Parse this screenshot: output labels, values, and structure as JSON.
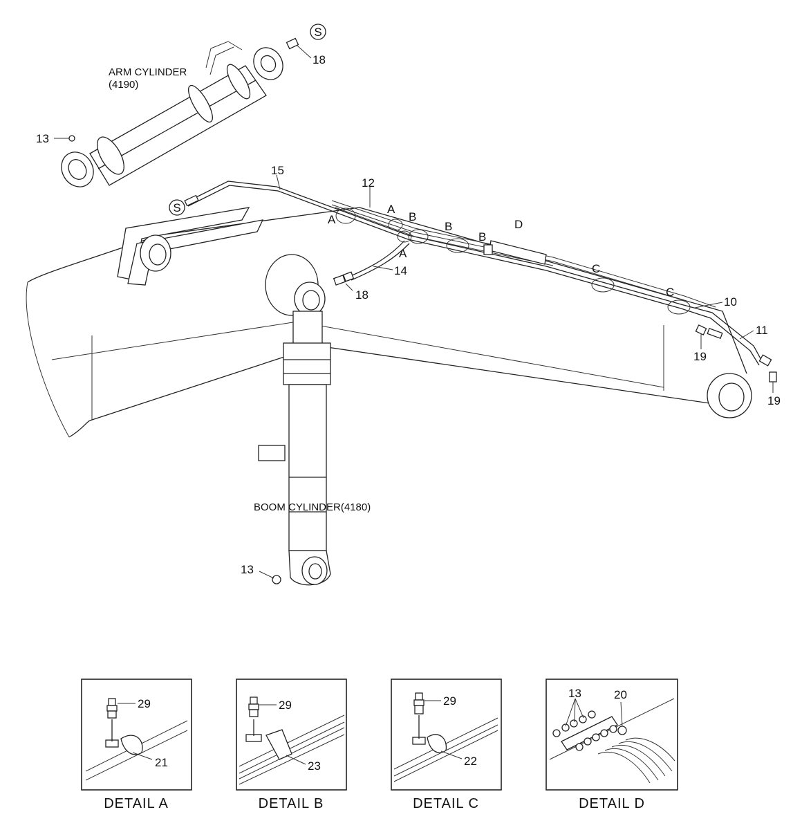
{
  "captions": {
    "arm_cylinder_line1": "ARM CYLINDER",
    "arm_cylinder_line2": "(4190)",
    "boom_cylinder": "BOOM CYLINDER(4180)"
  },
  "callouts": {
    "s_top": "S",
    "s_left": "S",
    "n18_top": "18",
    "n13_arm": "13",
    "n15": "15",
    "n12": "12",
    "n14": "14",
    "n18_mid": "18",
    "n10": "10",
    "n11": "11",
    "n19_a": "19",
    "n19_b": "19",
    "n13_boom": "13",
    "a1": "A",
    "a2": "A",
    "a3": "A",
    "b1": "B",
    "b2": "B",
    "b3": "B",
    "c1": "C",
    "c2": "C",
    "d1": "D"
  },
  "details": {
    "a": {
      "title": "DETAIL  A",
      "bolt": "29",
      "clamp": "21"
    },
    "b": {
      "title": "DETAIL  B",
      "bolt": "29",
      "clamp": "23"
    },
    "c": {
      "title": "DETAIL  C",
      "bolt": "29",
      "clamp": "22"
    },
    "d": {
      "title": "DETAIL  D",
      "fitting": "13",
      "block": "20"
    }
  }
}
